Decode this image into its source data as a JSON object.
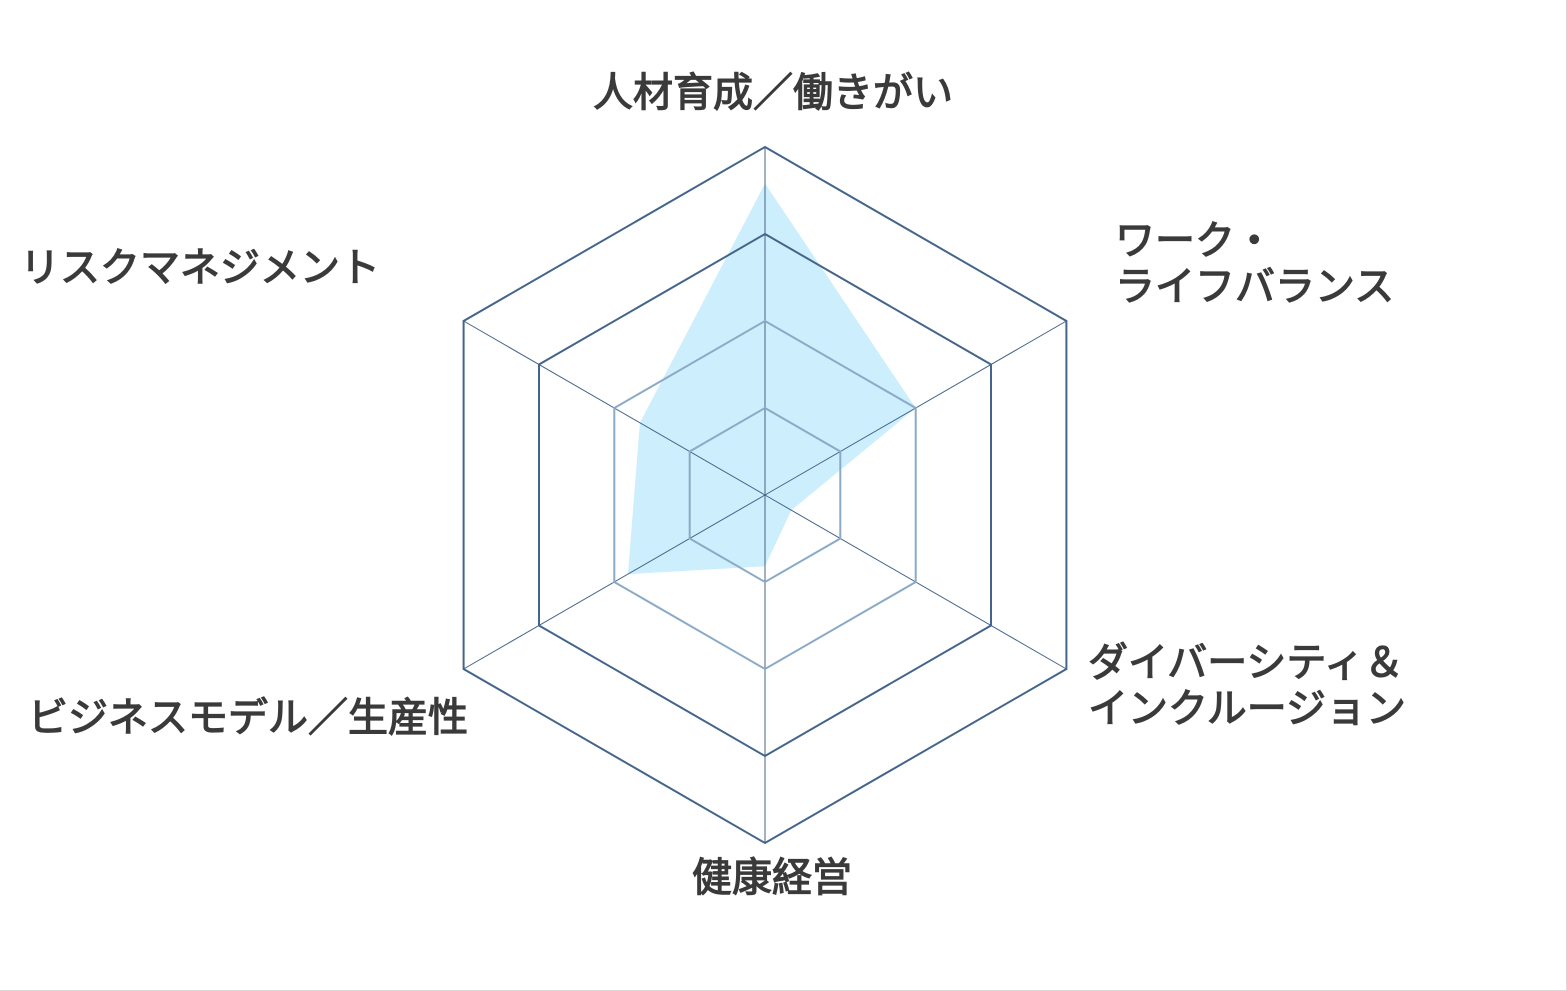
{
  "chart_data": {
    "type": "radar",
    "axes": [
      "人材育成／働きがい",
      "ワーク・\nライフバランス",
      "ダイバーシティ＆\nインクルージョン",
      "健康経営",
      "ビジネスモデル／生産性",
      "リスクマネジメント"
    ],
    "levels": 4,
    "range": [
      0,
      4
    ],
    "series": [
      {
        "values": [
          3.58,
          2.0,
          0.35,
          0.82,
          1.82,
          1.66
        ]
      }
    ],
    "grid": true,
    "colors": {
      "fill": "#cdeefc",
      "grid_outer": "#44648a",
      "grid_inner": "#8aaac6",
      "spoke": "#44648a",
      "label": "#3a3a3a"
    }
  }
}
